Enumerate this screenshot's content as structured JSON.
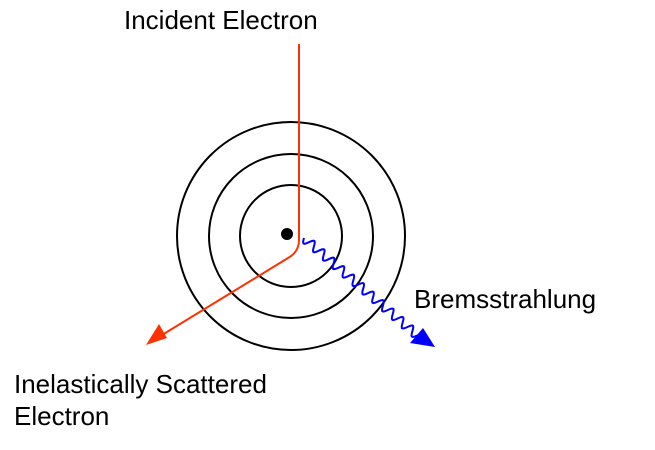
{
  "labels": {
    "incident": "Incident Electron",
    "bremsstrahlung": "Bremsstrahlung",
    "scattered_line1": "Inelastically Scattered",
    "scattered_line2": "Electron"
  },
  "atom": {
    "shell_count": 3
  },
  "colors": {
    "electron_path": "#ff3300",
    "photon_wave": "#0000ff",
    "shells": "#000000",
    "nucleus": "#000000",
    "background": "#ffffff"
  }
}
